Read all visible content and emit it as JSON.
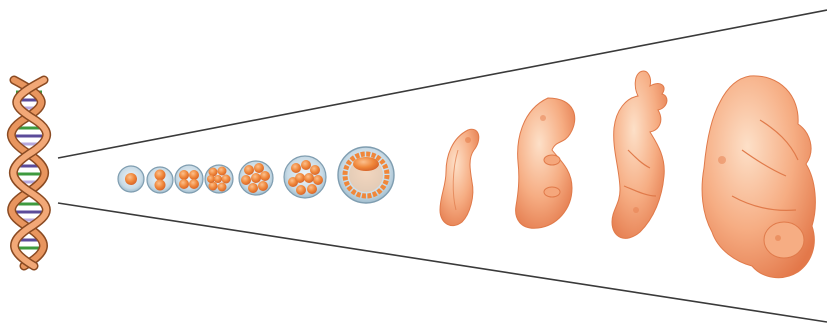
{
  "colors": {
    "background": "#ffffff",
    "cone_line": "#3a3a3a",
    "dna_strand": "#d98a56",
    "dna_strand_dark": "#8a4a22",
    "dna_rung_purple": "#5b4b9a",
    "dna_rung_green": "#3e9a3e",
    "dna_rung_lavender": "#b7a9de",
    "zona": "#c9dbe6",
    "zona_edge": "#7f9db0",
    "cell_fill": "#f0873a",
    "cell_light": "#f7b884",
    "embryo_skin": "#f5a77c",
    "embryo_shade": "#e57e4d",
    "embryo_dark": "#c8643a"
  },
  "diagram": {
    "icons": [
      "dna-double-helix-icon"
    ],
    "cell_stages": [
      "zygote",
      "2-cell",
      "4-cell",
      "8-cell",
      "16-cell",
      "morula",
      "blastocyst"
    ],
    "embryo_stages": [
      "early-embryo",
      "embryo-c-curve",
      "fetus-limbs",
      "late-fetus"
    ]
  }
}
